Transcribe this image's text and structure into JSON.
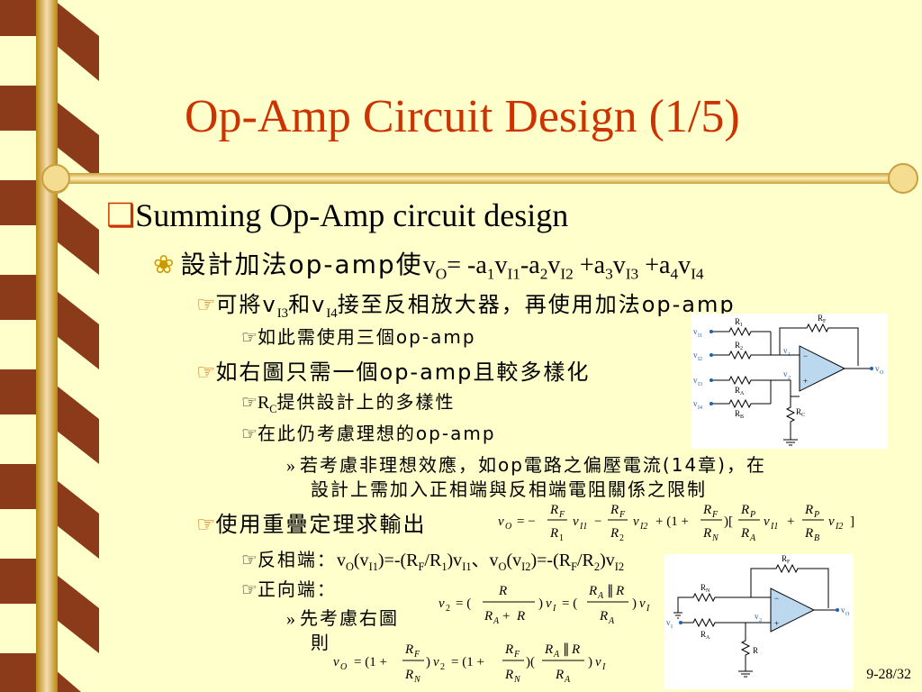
{
  "slide": {
    "title": "Op-Amp Circuit Design (1/5)",
    "page_number": "9-28/32"
  },
  "level1": {
    "text": "Summing Op-Amp circuit design"
  },
  "design_goal": {
    "prefix": "設計加法op-amp使",
    "eq": "= -a"
  },
  "items": {
    "invert": {
      "prefix": "可將v",
      "mid": "和v",
      "suffix": "接至反相放大器，再使用加法op-amp"
    },
    "three_opamp": "如此需使用三個op-amp",
    "diversity": "如右圖只需一個op-amp且較多樣化",
    "rc": {
      "r": "R",
      "sub": "C",
      "suffix": "提供設計上的多樣性"
    },
    "ideal": "在此仍考慮理想的op-amp",
    "nonideal_1": "若考慮非理想效應，如op電路之偏壓電流(14章)，在",
    "nonideal_2": "設計上需加入正相端與反相端電阻關係之限制",
    "superpos": "使用重疊定理求輸出",
    "inverting": "反相端：",
    "noninverting": "正向端：",
    "consider_1": "先考慮右圖",
    "consider_2": "則"
  },
  "subscripts": {
    "O": "O",
    "one": "1",
    "two": "2",
    "three": "3",
    "four": "4",
    "I1": "I1",
    "I2": "I2",
    "I3": "I3",
    "I4": "I4",
    "F": "F"
  }
}
